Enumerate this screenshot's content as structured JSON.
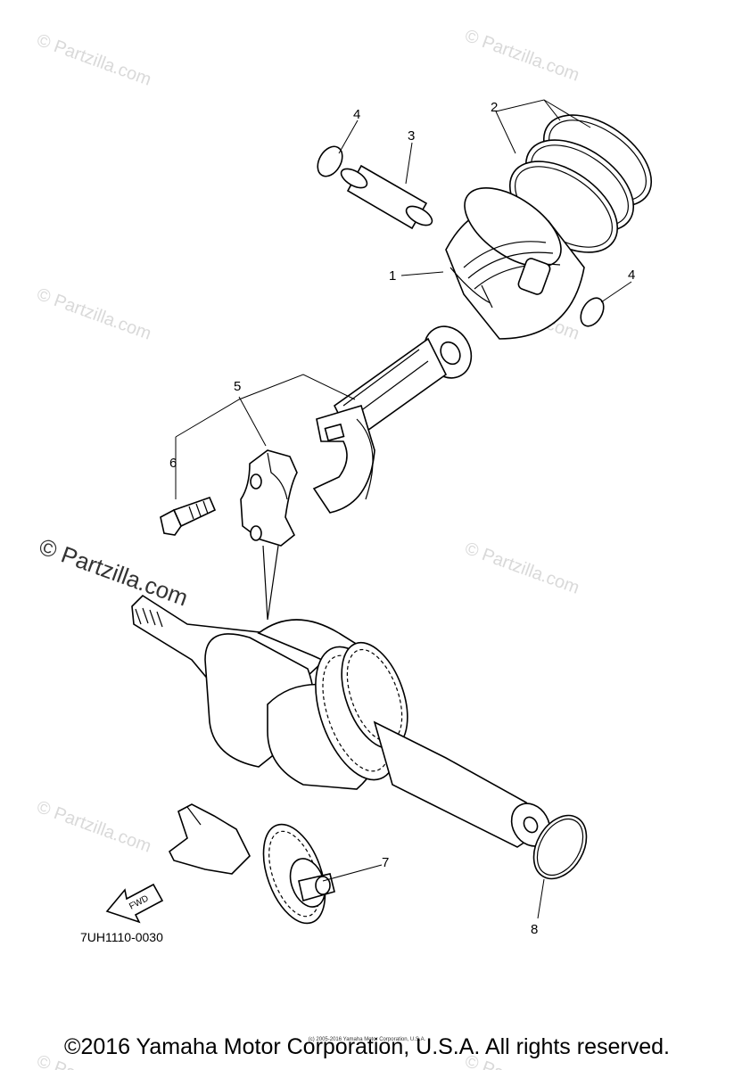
{
  "diagram": {
    "diagram_code": "7UH1110-0030",
    "fwd_label": "FWD",
    "callouts": [
      {
        "id": "1",
        "label": "1"
      },
      {
        "id": "2",
        "label": "2"
      },
      {
        "id": "3",
        "label": "3"
      },
      {
        "id": "4a",
        "label": "4"
      },
      {
        "id": "4b",
        "label": "4"
      },
      {
        "id": "5",
        "label": "5"
      },
      {
        "id": "6",
        "label": "6"
      },
      {
        "id": "7",
        "label": "7"
      },
      {
        "id": "8",
        "label": "8"
      }
    ]
  },
  "watermarks": {
    "small": "© Partzilla.com",
    "large": "© Partzilla.com"
  },
  "footer": {
    "copyright": "©2016 Yamaha Motor Corporation, U.S.A. All rights reserved.",
    "small_copyright": "(c) 2005-2016 Yamaha Motor Corporation, U.S.A."
  }
}
